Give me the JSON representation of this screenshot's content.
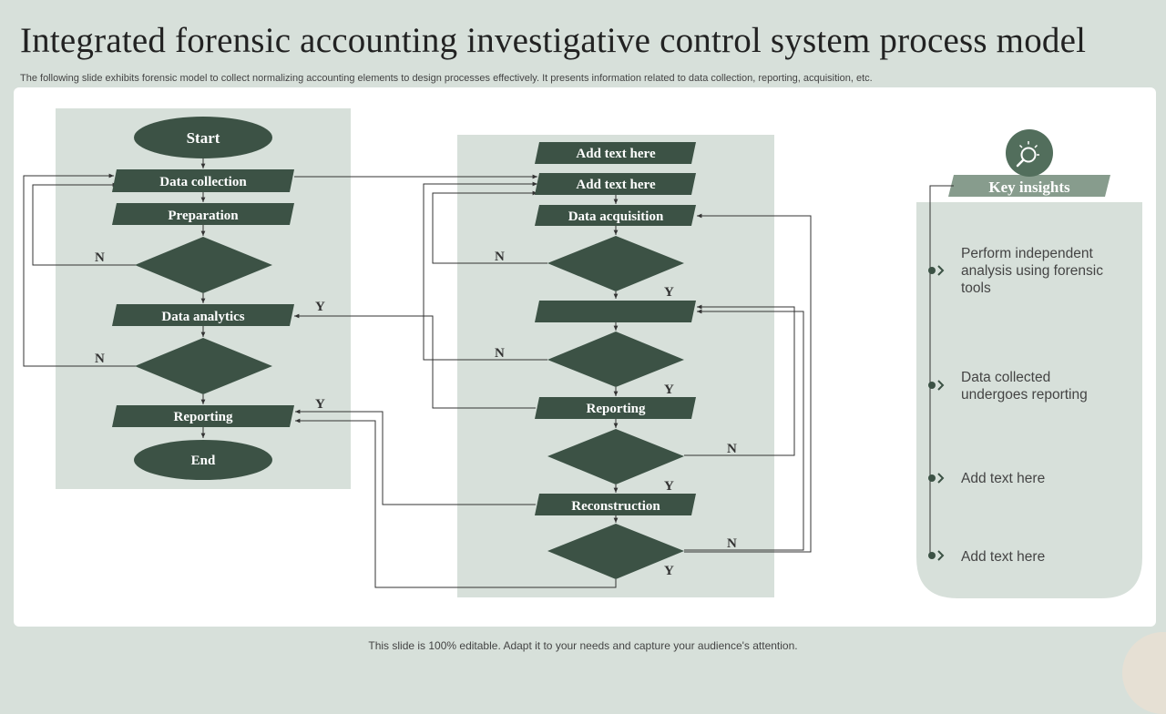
{
  "title": "Integrated forensic accounting investigative control system process model",
  "subtitle": "The following slide exhibits forensic model to collect normalizing accounting elements to design processes effectively. It presents information related to data collection, reporting, acquisition, etc.",
  "footer": "This slide is 100% editable. Adapt it to your needs and capture your audience's attention.",
  "colors": {
    "node": "#3c5245",
    "panel_bg": "#d7e0da",
    "insight_header": "#879c8d"
  },
  "left_flow": {
    "start": "Start",
    "data_collection": "Data collection",
    "preparation": "Preparation",
    "data_analytics": "Data analytics",
    "reporting": "Reporting",
    "end": "End"
  },
  "right_flow": {
    "add_text_1": "Add text here",
    "add_text_2": "Add text here",
    "data_acquisition": "Data acquisition",
    "reporting": "Reporting",
    "reconstruction": "Reconstruction"
  },
  "edge_labels": {
    "yes": "Y",
    "no": "N"
  },
  "key_insights": {
    "icon": "lightbulb-magnifier-icon",
    "title": "Key insights",
    "items": [
      "Perform independent analysis using forensic tools",
      "Data collected undergoes reporting",
      "Add text here",
      "Add text here"
    ]
  }
}
